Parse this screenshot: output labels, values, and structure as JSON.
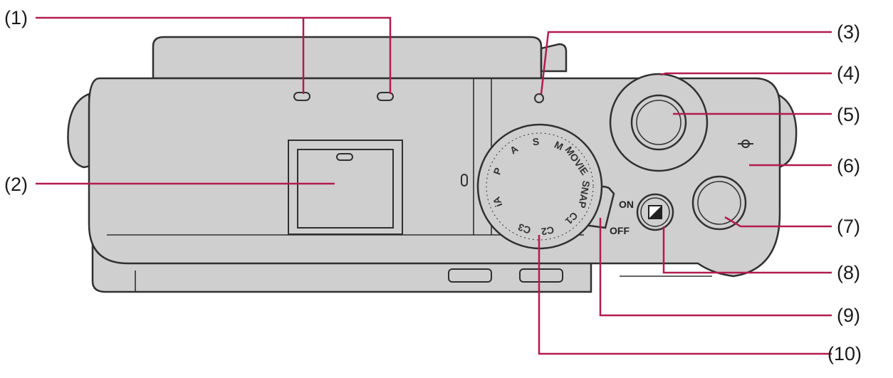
{
  "colors": {
    "body_fill": "#cfcfcf",
    "outline": "#303030",
    "leader_line": "#b31c4e",
    "text": "#1a1a1a"
  },
  "callouts": [
    {
      "id": "1",
      "label": "(1)"
    },
    {
      "id": "2",
      "label": "(2)"
    },
    {
      "id": "3",
      "label": "(3)"
    },
    {
      "id": "4",
      "label": "(4)"
    },
    {
      "id": "5",
      "label": "(5)"
    },
    {
      "id": "6",
      "label": "(6)"
    },
    {
      "id": "7",
      "label": "(7)"
    },
    {
      "id": "8",
      "label": "(8)"
    },
    {
      "id": "9",
      "label": "(9)"
    },
    {
      "id": "10",
      "label": "(10)"
    }
  ],
  "mode_dial": {
    "marks": [
      "P",
      "A",
      "S",
      "M",
      "MOVIE",
      "SNAP",
      "C1",
      "C2",
      "C3",
      "iA"
    ]
  },
  "power_switch": {
    "on_label": "ON",
    "off_label": "OFF"
  },
  "icons": {
    "exposure_comp_button": "exposure-compensation-icon",
    "focal_plane_mark": "focal-plane-mark-icon"
  }
}
